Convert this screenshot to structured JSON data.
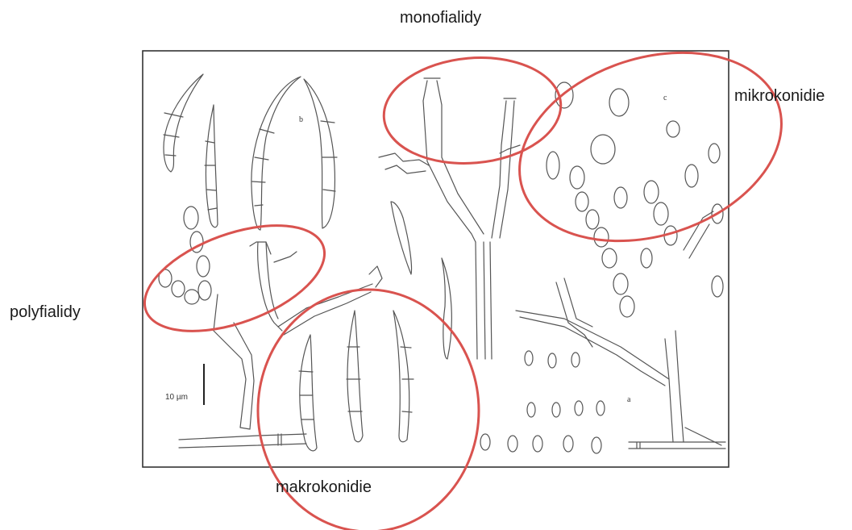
{
  "labels": {
    "monofialidy": "monofialidy",
    "mikrokonidie": "mikrokonidie",
    "polyfialidy": "polyfialidy",
    "makrokonidie": "makrokonidie"
  },
  "figure": {
    "panel_b": "b",
    "panel_c": "c",
    "panel_a": "a",
    "scale_bar": "10 µm"
  },
  "colors": {
    "highlight": "#d9534f",
    "drawing": "#555555",
    "frame": "#333333"
  }
}
